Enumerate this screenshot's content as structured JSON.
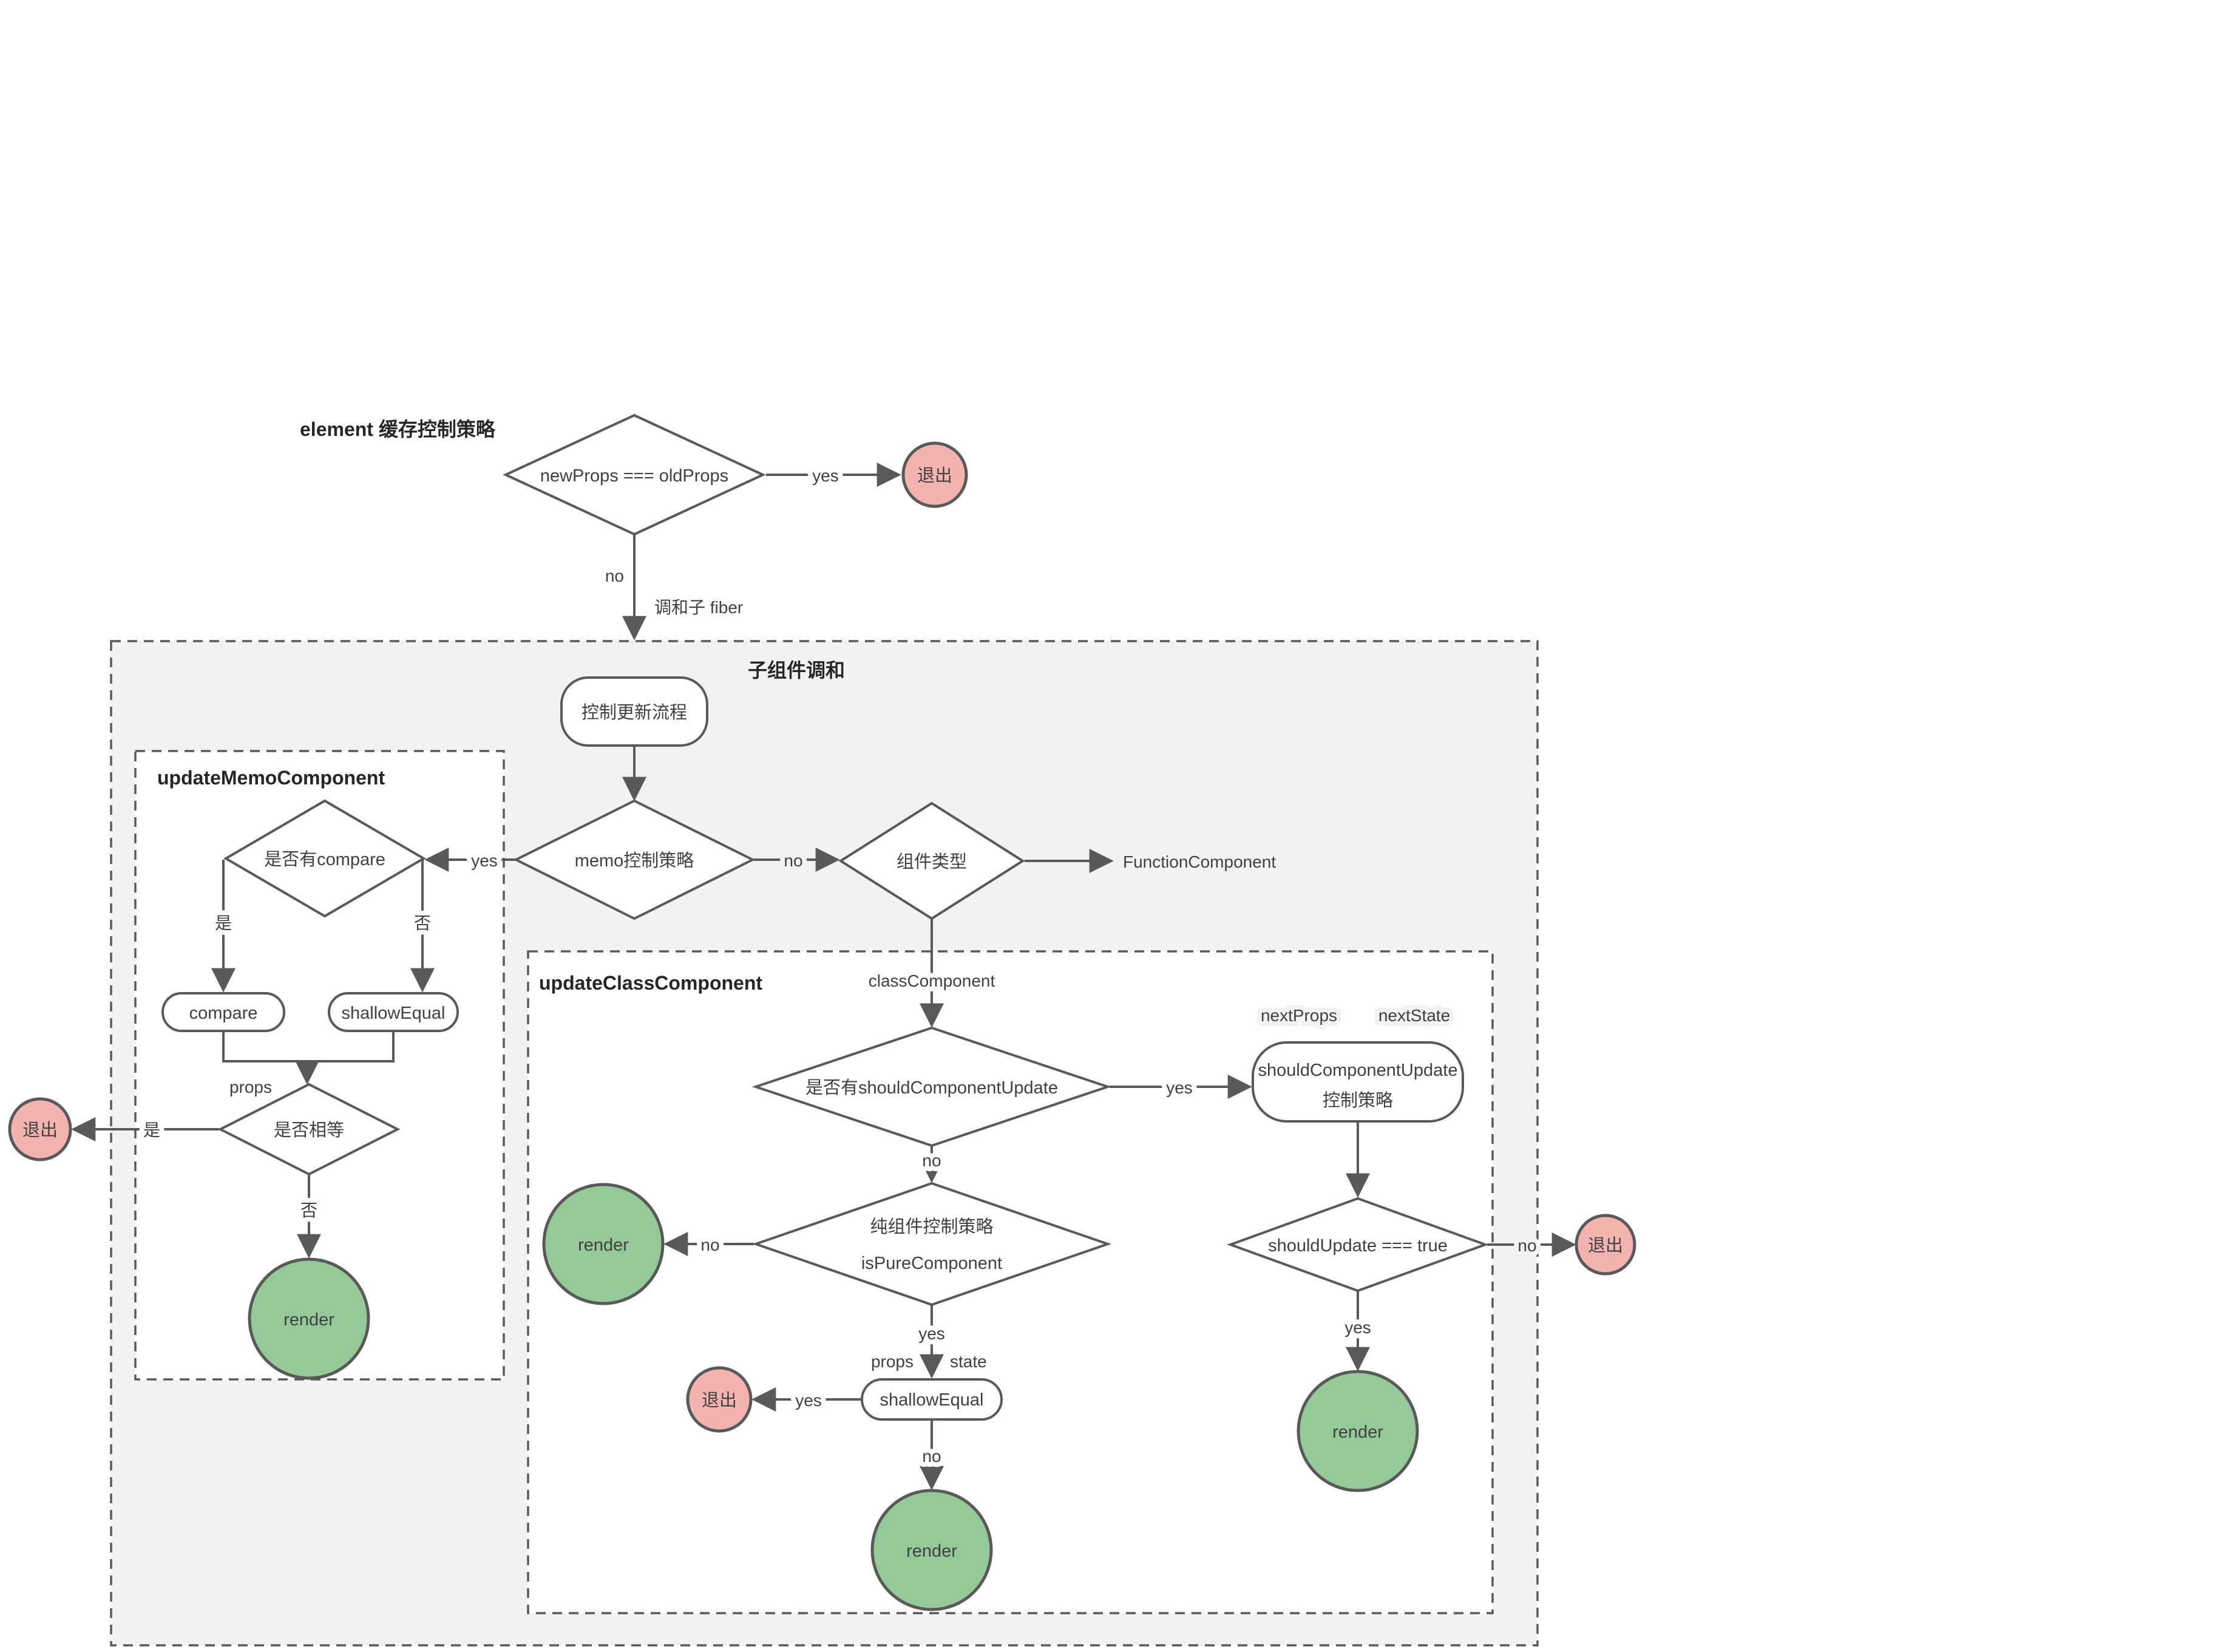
{
  "sections": {
    "page_title": "element 缓存控制策略",
    "reconcile_title": "子组件调和",
    "memo_box_title": "updateMemoComponent",
    "class_box_title": "updateClassComponent"
  },
  "nodes": {
    "d_newprops": "newProps === oldProps",
    "pill_control_update": "控制更新流程",
    "d_has_compare": "是否有compare",
    "d_memo_strategy": "memo控制策略",
    "d_component_type": "组件类型",
    "function_component": "FunctionComponent",
    "pill_compare": "compare",
    "pill_shallow_equal": "shallowEqual",
    "d_is_equal": "是否相等",
    "class_component": "classComponent",
    "d_has_scu": "是否有shouldComponentUpdate",
    "pill_scu_line1": "shouldComponentUpdate",
    "pill_scu_line2": "控制策略",
    "d_pure_line1": "纯组件控制策略",
    "d_pure_line2": "isPureComponent",
    "d_should_update": "shouldUpdate === true"
  },
  "labels": {
    "yes": "yes",
    "no": "no",
    "shi": "是",
    "fou": "否",
    "exit": "退出",
    "render": "render",
    "props": "props",
    "state": "state",
    "next_props": "nextProps",
    "next_state": "nextState",
    "reconcile_fiber": "调和子 fiber"
  },
  "colors": {
    "exit_fill": "#f3b3af",
    "render_fill": "#95c998",
    "container_fill": "#f2f2f2",
    "stroke": "#595959"
  }
}
